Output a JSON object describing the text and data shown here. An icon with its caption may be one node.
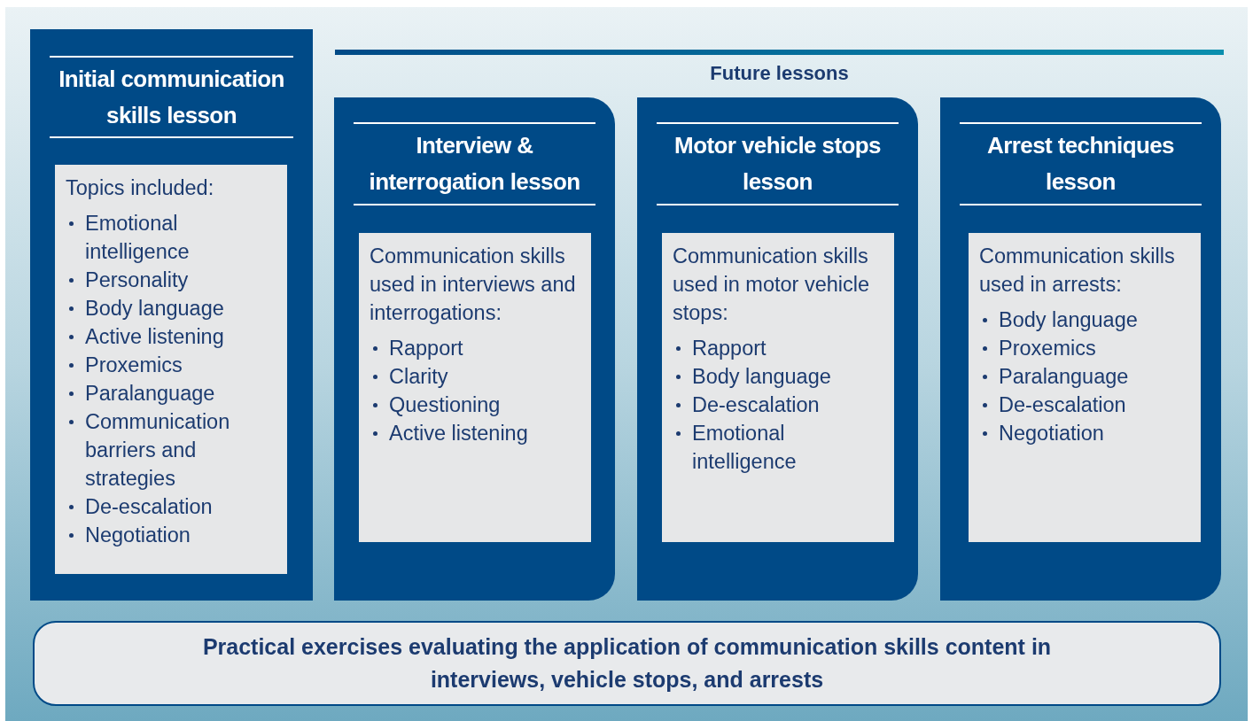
{
  "diagram": {
    "nodes": [
      {
        "text": [
          "Initial communication skills lesson"
        ]
      },
      {
        "text": [
          "Topics included:",
          "Emotional intelligence",
          "Personality",
          "Body language",
          "Active listening",
          "Proxemics",
          "Paralanguage",
          "Communication barriers and strategies",
          "De-escalation",
          "Negotiation"
        ],
        "in": 0
      },
      {
        "text": [
          "Interview & interrogation lesson"
        ]
      },
      {
        "text": [
          "Communication skills used in interviews and interrogations:",
          "Rapport",
          "Clarity",
          "Questioning",
          "Active listening"
        ],
        "in": 2
      },
      {
        "text": [
          "Motor vehicle stops lesson"
        ]
      },
      {
        "text": [
          "Communication skills used in motor vehicle stops:",
          "Rapport",
          "Body language",
          "De-escalation",
          "Emotional intelligence"
        ],
        "in": 4
      },
      {
        "text": [
          "Arrest techniques lesson"
        ]
      },
      {
        "text": [
          "Communication skills used in arrests:",
          "Body language",
          "Proxemics",
          "Paralanguage",
          "De-escalation",
          "Negotiation"
        ],
        "in": 6
      },
      {
        "text": [
          "Practical exercises evaluating the application of communication skills content in interviews, vehicle stops, and arrests"
        ]
      }
    ],
    "labels": [
      "Future lessons"
    ]
  }
}
